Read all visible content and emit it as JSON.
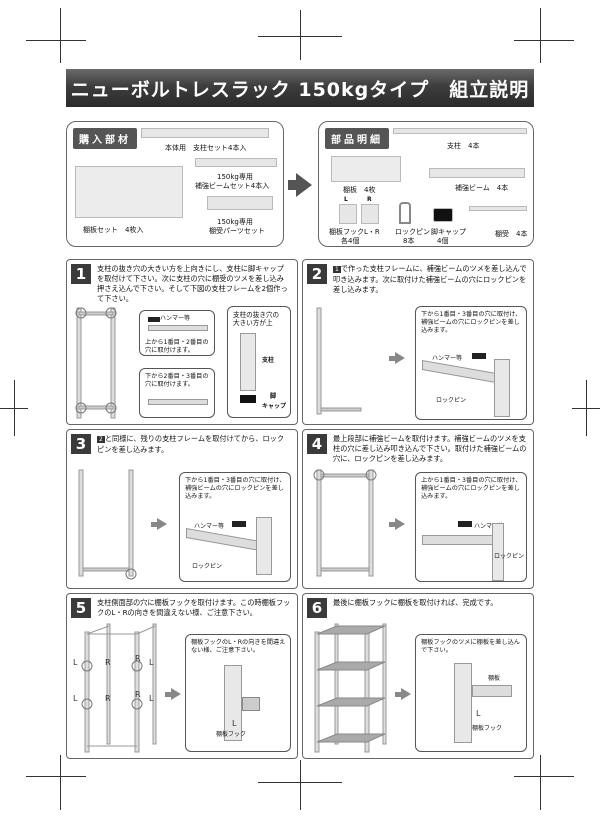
{
  "title": "ニューボルトレスラック 150kgタイプ　組立説明",
  "purchase": {
    "label": "購入部材",
    "post_set": "本体用　支柱セット4本入",
    "shelf_set": "棚板セット　4枚入",
    "beam_set_1": "150kg専用",
    "beam_set_2": "補強ビームセット4本入",
    "bracket_set_1": "150kg専用",
    "bracket_set_2": "棚受パーツセット"
  },
  "parts": {
    "label": "部品明細",
    "post": "支柱　4本",
    "shelf": "棚板　4枚",
    "beam": "補強ビーム　4本",
    "hook_1": "棚板フックL・R",
    "hook_2": "各4個",
    "hook_l": "L",
    "hook_r": "R",
    "pin_1": "ロックピン",
    "pin_2": "8本",
    "cap_1": "脚キャップ",
    "cap_2": "4個",
    "rail": "棚受　4本"
  },
  "steps": [
    {
      "num": "1",
      "text": "支柱の抜き穴の大きい方を上向きにし、支柱に脚キャップを取付けて下さい。次に支柱の穴に棚受のツメを差し込み押さえ込んで下さい。そして下図の支柱フレームを2個作って下さい。",
      "hammer": "ハンマー等",
      "b1": "上から1番目・2番目の穴に取付けます。",
      "b2": "下から2番目・3番目の穴に取付けます。",
      "b3_1": "支柱の抜き穴の",
      "b3_2": "大きい方が上",
      "post": "支柱",
      "cap_1": "脚",
      "cap_2": "キャップ"
    },
    {
      "num": "2",
      "badge": "1",
      "text": "で作った支柱フレームに、補強ビームのツメを差し込んで叩き込みます。次に取付けた補強ビームの穴にロックピンを差し込みます。",
      "b1": "下から1番目・3番目の穴に取付け、補強ビームの穴にロックピンを差し込みます。",
      "hammer": "ハンマー等",
      "pin": "ロックピン"
    },
    {
      "num": "3",
      "badge": "2",
      "text": "と同様に、残りの支柱フレームを取付けてから、ロックピンを差し込みます。",
      "b1": "下から1番目・3番目の穴に取付け、補強ビームの穴にロックピンを差し込みます。",
      "hammer": "ハンマー等",
      "pin": "ロックピン"
    },
    {
      "num": "4",
      "text": "最上段部に補強ビームを取付けます。補強ビームのツメを支柱の穴に差し込み叩き込んで下さい。取付けた補強ビームの穴に、ロックピンを差し込みます。",
      "b1": "上から1番目・3番目の穴に取付け、補強ビームの穴にロックピンを差し込みます。",
      "hammer": "ハンマー等",
      "pin": "ロックピン"
    },
    {
      "num": "5",
      "text": "支柱側面部の穴に棚板フックを取付けます。この時棚板フックのL・Rの向きを間違えない様、ご注意下さい。",
      "b1": "棚板フックのL・Rの向きを間違えない様、ご注意下さい。",
      "l": "L",
      "r": "R",
      "hook": "棚板フック"
    },
    {
      "num": "6",
      "text": "最後に棚板フックに棚板を取付ければ、完成です。",
      "b1": "棚板フックのツメに棚板を差し込んで下さい。",
      "shelf": "棚板",
      "l": "L",
      "hook": "棚板フック"
    }
  ]
}
